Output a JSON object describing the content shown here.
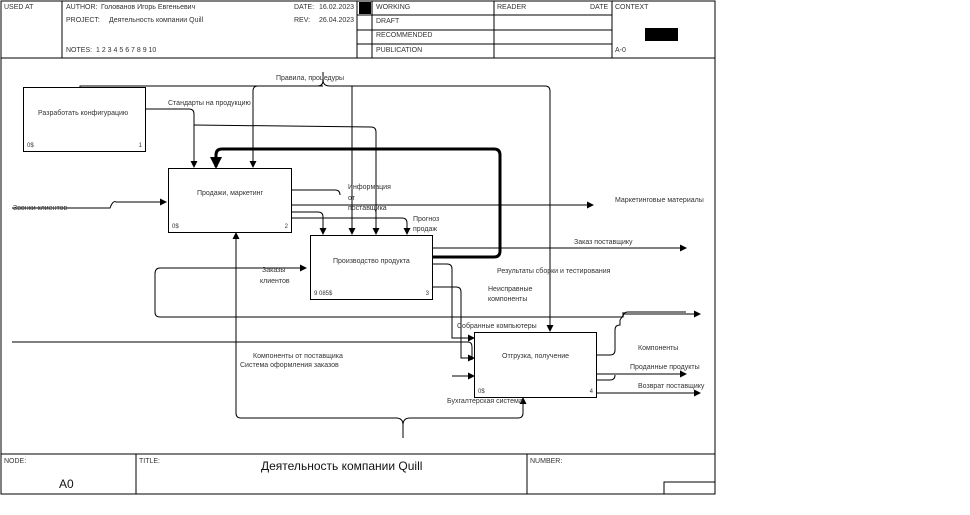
{
  "header": {
    "used_at_label": "USED AT",
    "author_label": "AUTHOR:",
    "author_value": "Голованов Игорь Евгеньевич",
    "project_label": "PROJECT:",
    "project_value": "Деятельность компании Quill",
    "date_label": "DATE:",
    "date_value": "16.02.2023",
    "rev_label": "REV:",
    "rev_value": "26.04.2023",
    "notes_label": "NOTES:",
    "notes_value": "1  2  3  4  5  6  7  8  9  10",
    "status_items": [
      "WORKING",
      "DRAFT",
      "RECOMMENDED",
      "PUBLICATION"
    ],
    "reader_label": "READER",
    "reader_date_label": "DATE",
    "context_label": "CONTEXT",
    "context_node": "A-0"
  },
  "footer": {
    "node_label": "NODE:",
    "node_value": "A0",
    "title_label": "TITLE:",
    "title_value": "Деятельность компании Quill",
    "number_label": "NUMBER:"
  },
  "boxes": [
    {
      "name": "Разработать конфигурацию",
      "cost": "0$",
      "num": "1"
    },
    {
      "name": "Продажи, маркетинг",
      "cost": "0$",
      "num": "2"
    },
    {
      "name": "Производство продукта",
      "cost": "9 085$",
      "num": "3"
    },
    {
      "name": "Отгрузка, получение",
      "cost": "0$",
      "num": "4"
    }
  ],
  "arrows": {
    "rules": "Правила, процедуры",
    "standards": "Стандарты на продукцию",
    "client_requests": "Звонки клиентов",
    "info_line1": "Информация",
    "info_line2": "от",
    "info_line3": "поставщика",
    "forecast_line1": "Прогноз",
    "forecast_line2": "продаж",
    "marketing": "Маркетинговые материалы",
    "supplier_order": "Заказ поставщику",
    "test_results": "Результаты сборки и тестирования",
    "faulty_line1": "Неисправные",
    "faulty_line2": "компоненты",
    "orders_line1": "Заказы",
    "orders_line2": "клиентов",
    "assembled": "Собранные компьютеры",
    "components": "Компоненты",
    "sold": "Проданные продукты",
    "return": "Возврат поставщику",
    "supplier_components": "Компоненты от поставщика",
    "order_system": "Система оформления заказов",
    "accounting": "Бухгалтерская система"
  }
}
